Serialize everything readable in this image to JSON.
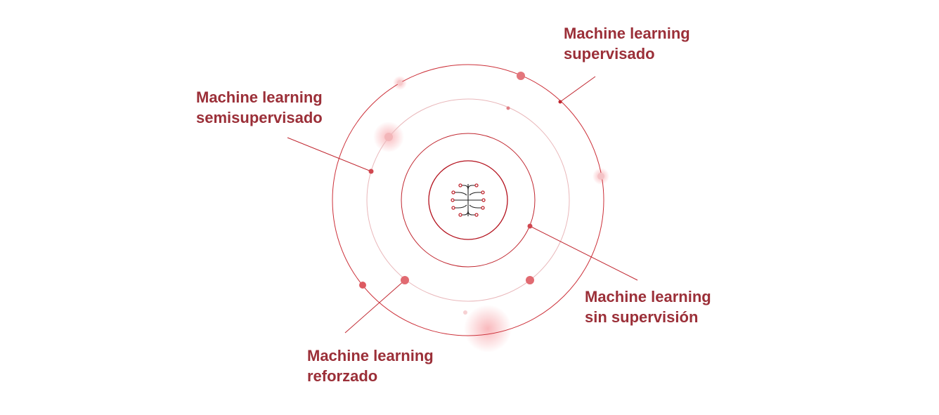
{
  "labels": {
    "supervisado": {
      "line1": "Machine learning",
      "line2": "supervisado"
    },
    "semisupervisado": {
      "line1": "Machine learning",
      "line2": "semisupervisado"
    },
    "sin_supervision": {
      "line1": "Machine learning",
      "line2": "sin supervisión"
    },
    "reforzado": {
      "line1": "Machine learning",
      "line2": "reforzado"
    }
  },
  "center_icon": "circuit-tree-icon",
  "colors": {
    "accent": "#c0262f",
    "label": "#9b2f38",
    "faint_ring": "#eab2b6",
    "dot": "#d9575e",
    "glow": "#f7a1a6"
  }
}
